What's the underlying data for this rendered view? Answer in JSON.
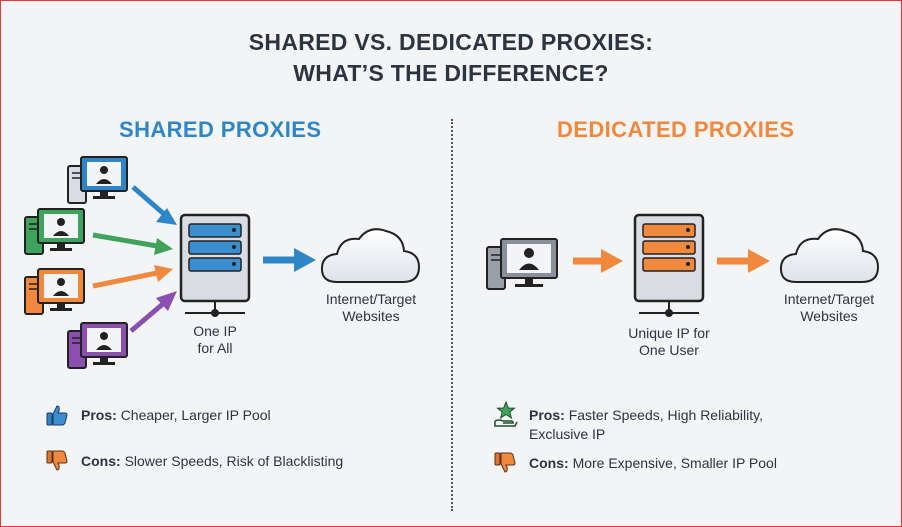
{
  "title": {
    "line1": "SHARED VS. DEDICATED PROXIES:",
    "line2": "WHAT’S THE DIFFERENCE?"
  },
  "shared": {
    "heading": "SHARED PROXIES",
    "server_label_1": "One IP",
    "server_label_2": "for All",
    "internet_label_1": "Internet/Target",
    "internet_label_2": "Websites",
    "pros_label": "Pros:",
    "pros_text": "Cheaper, Larger IP Pool",
    "cons_label": "Cons:",
    "cons_text": "Slower Speeds, Risk of Blacklisting",
    "client_colors": [
      "#2f86c7",
      "#3fa35b",
      "#f0883e",
      "#8b4fb0"
    ]
  },
  "dedicated": {
    "heading": "DEDICATED PROXIES",
    "server_label_1": "Unique IP for",
    "server_label_2": "One User",
    "internet_label_1": "Internet/Target",
    "internet_label_2": "Websites",
    "pros_label": "Pros:",
    "pros_text_1": "Faster Speeds, High Reliability,",
    "pros_text_2": "Exclusive IP",
    "cons_label": "Cons:",
    "cons_text": "More Expensive, Smaller IP Pool",
    "accent_color": "#f0883e"
  },
  "icons": {
    "pros_shared": "thumbs-up-icon",
    "cons_shared": "thumbs-down-icon",
    "pros_dedicated": "star-hand-icon",
    "cons_dedicated": "thumbs-down-icon"
  }
}
